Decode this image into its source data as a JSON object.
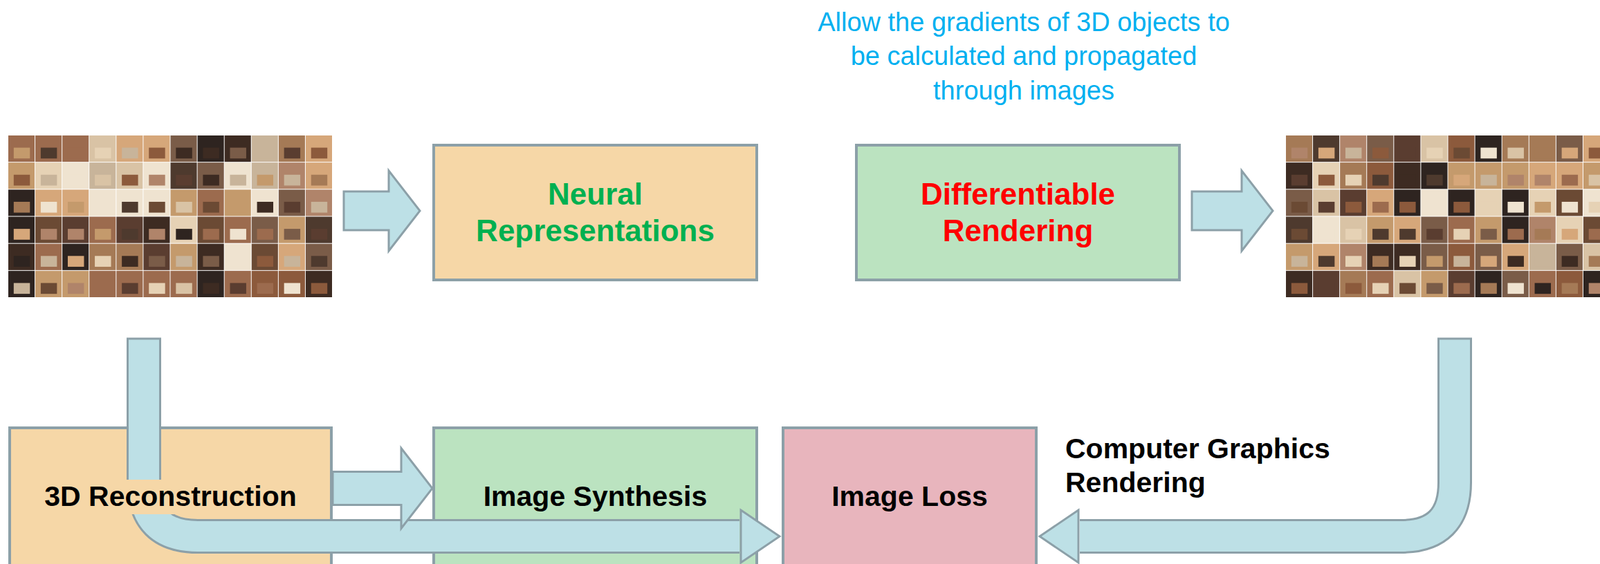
{
  "diagram": {
    "nodes": [
      {
        "text": [
          "Neural Representations"
        ]
      },
      {
        "text": [
          "Differentiable Rendering"
        ]
      },
      {
        "text": [
          "3D Reconstruction"
        ]
      },
      {
        "text": [
          "Image Synthesis"
        ]
      },
      {
        "text": [
          "Image Loss"
        ]
      }
    ],
    "edges": [
      {
        "from": 2,
        "to": 3,
        "arrow": "to"
      }
    ],
    "labels": [
      "Allow the gradients of 3D objects to be calculated and propagated through images",
      "Computer Graphics Rendering"
    ]
  }
}
